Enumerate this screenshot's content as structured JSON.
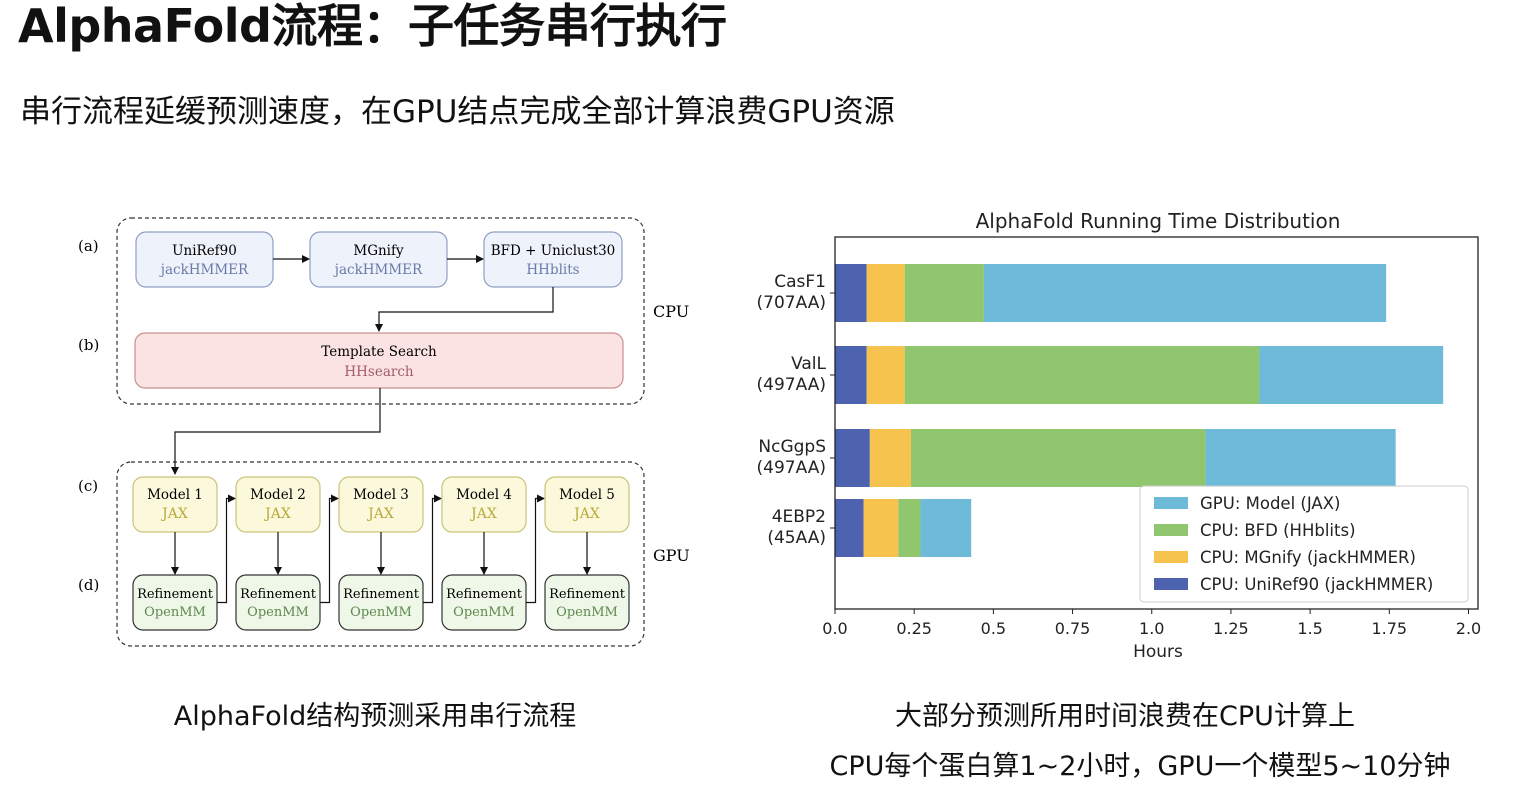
{
  "slide": {
    "title": "AlphaFold流程：子任务串行执行",
    "subtitle": "串行流程延缓预测速度，在GPU结点完成全部计算浪费GPU资源",
    "left_caption": "AlphaFold结构预测采用串行流程",
    "right_caption_1": "大部分预测所用时间浪费在CPU计算上",
    "right_caption_2": "CPU每个蛋白算1~2小时，GPU一个模型5~10分钟"
  },
  "diagram": {
    "row_labels": {
      "a": "(a)",
      "b": "(b)",
      "c": "(c)",
      "d": "(d)"
    },
    "cpu_label": "CPU",
    "gpu_label": "GPU",
    "search_boxes": [
      {
        "title": "UniRef90",
        "tool": "jackHMMER"
      },
      {
        "title": "MGnify",
        "tool": "jackHMMER"
      },
      {
        "title": "BFD + Uniclust30",
        "tool": "HHblits"
      }
    ],
    "template_box": {
      "title": "Template Search",
      "tool": "HHsearch"
    },
    "models": [
      {
        "title": "Model 1",
        "tool": "JAX"
      },
      {
        "title": "Model 2",
        "tool": "JAX"
      },
      {
        "title": "Model 3",
        "tool": "JAX"
      },
      {
        "title": "Model 4",
        "tool": "JAX"
      },
      {
        "title": "Model 5",
        "tool": "JAX"
      }
    ],
    "refinements": [
      {
        "title": "Refinement",
        "tool": "OpenMM"
      },
      {
        "title": "Refinement",
        "tool": "OpenMM"
      },
      {
        "title": "Refinement",
        "tool": "OpenMM"
      },
      {
        "title": "Refinement",
        "tool": "OpenMM"
      },
      {
        "title": "Refinement",
        "tool": "OpenMM"
      }
    ],
    "colors": {
      "search_fill": "#eef2fb",
      "search_stroke": "#8f9fc4",
      "search_tool": "#6a7aa8",
      "template_fill": "#fbe3e3",
      "template_stroke": "#c98f8f",
      "template_tool": "#a05c6a",
      "model_fill": "#fbf8dc",
      "model_stroke": "#c9c37a",
      "model_tool": "#b8ab3a",
      "refine_fill": "#eef7e8",
      "refine_stroke": "#333333",
      "refine_tool": "#5e8a4e"
    }
  },
  "chart_data": {
    "type": "bar",
    "orientation": "horizontal",
    "stacked": true,
    "title": "AlphaFold Running Time Distribution",
    "xlabel": "Hours",
    "ylabel": "",
    "xlim": [
      0,
      2.03
    ],
    "xticks": [
      "0.0",
      "0.25",
      "0.5",
      "0.75",
      "1.0",
      "1.25",
      "1.5",
      "1.75",
      "2.0"
    ],
    "xtick_values": [
      0,
      0.25,
      0.5,
      0.75,
      1.0,
      1.25,
      1.5,
      1.75,
      2.0
    ],
    "grid": false,
    "legend_position": "bottom-right",
    "categories": [
      {
        "name": "CasF1",
        "sub": "(707AA)"
      },
      {
        "name": "ValL",
        "sub": "(497AA)"
      },
      {
        "name": "NcGgpS",
        "sub": "(497AA)"
      },
      {
        "name": "4EBP2",
        "sub": "(45AA)"
      }
    ],
    "series": [
      {
        "name": "CPU: UniRef90 (jackHMMER)",
        "color": "#4e63b0",
        "values": [
          0.1,
          0.1,
          0.11,
          0.09
        ]
      },
      {
        "name": "CPU: MGnify (jackHMMER)",
        "color": "#f6c34f",
        "values": [
          0.12,
          0.12,
          0.13,
          0.11
        ]
      },
      {
        "name": "CPU: BFD (HHblits)",
        "color": "#8fc66e",
        "values": [
          0.25,
          1.12,
          0.93,
          0.07
        ]
      },
      {
        "name": "GPU: Model (JAX)",
        "color": "#6dbbd9",
        "values": [
          1.27,
          0.58,
          0.6,
          0.16
        ]
      }
    ],
    "legend_order": [
      3,
      2,
      1,
      0
    ]
  }
}
